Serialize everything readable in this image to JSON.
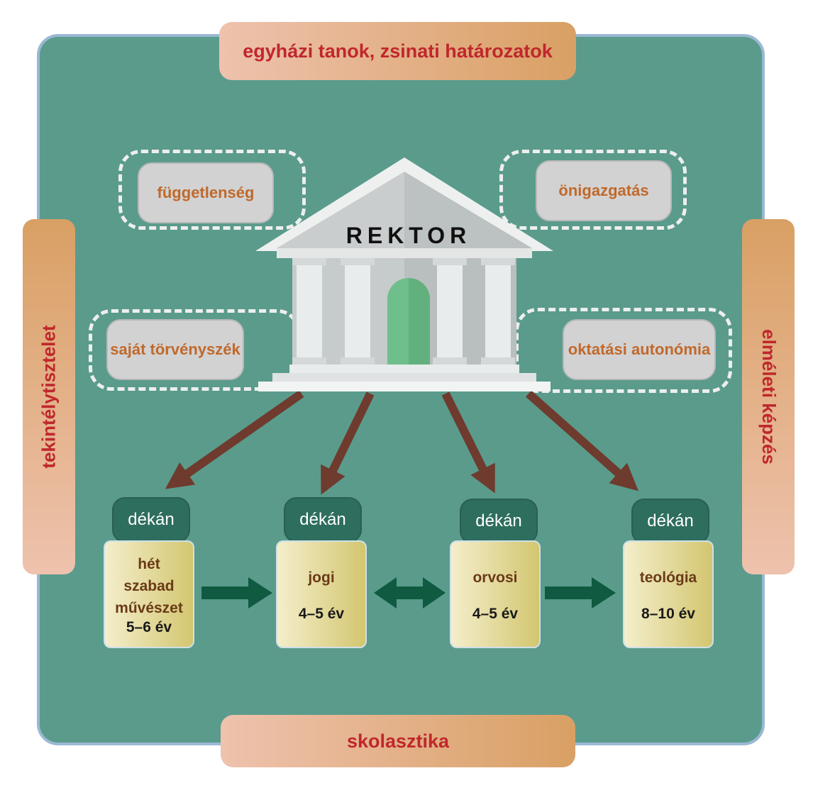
{
  "banners": {
    "top": "egyházi tanok, zsinati határozatok",
    "bottom": "skolasztika",
    "left": "tekintélytisztelet",
    "right": "elméleti képzés"
  },
  "building": {
    "label": "REKTOR"
  },
  "attributes": {
    "top_left": "függetlenség",
    "top_right": "önigazgatás",
    "bottom_left": "saját törvényszék",
    "bottom_right": "oktatási autonómia"
  },
  "faculties": [
    {
      "dekan": "dékán",
      "name_lines": [
        "hét",
        "szabad",
        "művészet"
      ],
      "years": "5–6 év"
    },
    {
      "dekan": "dékán",
      "name_lines": [
        "jogi"
      ],
      "years": "4–5 év"
    },
    {
      "dekan": "dékán",
      "name_lines": [
        "orvosi"
      ],
      "years": "4–5 év"
    },
    {
      "dekan": "dékán",
      "name_lines": [
        "teológia"
      ],
      "years": "8–10 év"
    }
  ],
  "colors": {
    "board": "#5a9b8c",
    "banner_text": "#c0272d",
    "rektor_arrow": "#6e3b2e",
    "faculty_arrow": "#0f5a40",
    "dekan_box": "#2e6e5e"
  },
  "icons": [
    "building-icon",
    "arrow-down-icon",
    "arrow-right-icon",
    "arrow-double-icon"
  ]
}
